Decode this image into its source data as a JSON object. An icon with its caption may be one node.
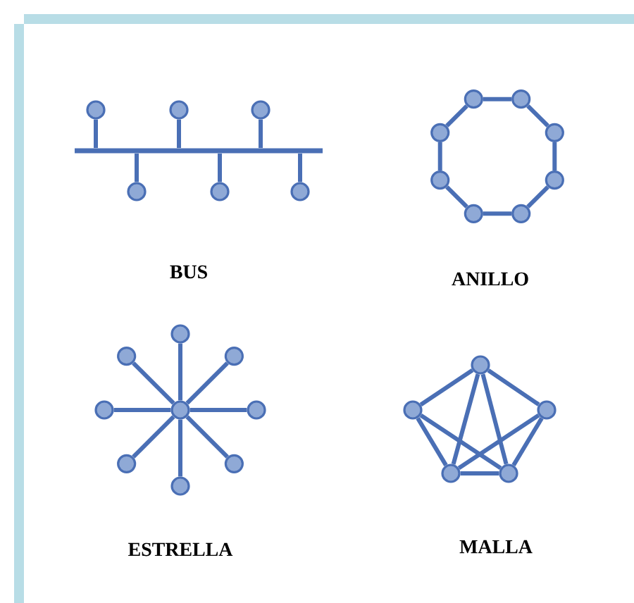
{
  "diagram": {
    "nodes": [
      {
        "text": [],
        "shape": "bar"
      },
      {
        "text": [],
        "shape": "circle"
      },
      {
        "text": [],
        "shape": "circle"
      },
      {
        "text": [],
        "shape": "circle"
      },
      {
        "text": [],
        "shape": "circle"
      },
      {
        "text": [],
        "shape": "circle"
      },
      {
        "text": [],
        "shape": "circle"
      },
      {
        "text": [],
        "shape": "circle"
      },
      {
        "text": [],
        "shape": "circle"
      },
      {
        "text": [],
        "shape": "circle"
      },
      {
        "text": [],
        "shape": "circle"
      },
      {
        "text": [],
        "shape": "circle"
      },
      {
        "text": [],
        "shape": "circle"
      },
      {
        "text": [],
        "shape": "circle"
      },
      {
        "text": [],
        "shape": "circle"
      },
      {
        "text": [],
        "shape": "circle"
      },
      {
        "text": [],
        "shape": "circle"
      },
      {
        "text": [],
        "shape": "circle"
      },
      {
        "text": [],
        "shape": "circle"
      },
      {
        "text": [],
        "shape": "circle"
      },
      {
        "text": [],
        "shape": "circle"
      },
      {
        "text": [],
        "shape": "circle"
      },
      {
        "text": [],
        "shape": "circle"
      },
      {
        "text": [],
        "shape": "circle"
      },
      {
        "text": [],
        "shape": "circle"
      },
      {
        "text": [],
        "shape": "circle"
      },
      {
        "text": [],
        "shape": "circle"
      },
      {
        "text": [],
        "shape": "circle"
      },
      {
        "text": [],
        "shape": "circle"
      }
    ],
    "edges": [
      {
        "from": 1,
        "to": 0,
        "arrow": "none"
      },
      {
        "from": 2,
        "to": 0,
        "arrow": "none"
      },
      {
        "from": 3,
        "to": 0,
        "arrow": "none"
      },
      {
        "from": 4,
        "to": 0,
        "arrow": "none"
      },
      {
        "from": 5,
        "to": 0,
        "arrow": "none"
      },
      {
        "from": 6,
        "to": 0,
        "arrow": "none"
      },
      {
        "from": 7,
        "to": 8,
        "arrow": "none"
      },
      {
        "from": 8,
        "to": 9,
        "arrow": "none"
      },
      {
        "from": 9,
        "to": 10,
        "arrow": "none"
      },
      {
        "from": 10,
        "to": 11,
        "arrow": "none"
      },
      {
        "from": 11,
        "to": 12,
        "arrow": "none"
      },
      {
        "from": 12,
        "to": 13,
        "arrow": "none"
      },
      {
        "from": 13,
        "to": 14,
        "arrow": "none"
      },
      {
        "from": 14,
        "to": 7,
        "arrow": "none"
      },
      {
        "from": 15,
        "to": 16,
        "arrow": "none"
      },
      {
        "from": 15,
        "to": 17,
        "arrow": "none"
      },
      {
        "from": 15,
        "to": 18,
        "arrow": "none"
      },
      {
        "from": 15,
        "to": 19,
        "arrow": "none"
      },
      {
        "from": 15,
        "to": 20,
        "arrow": "none"
      },
      {
        "from": 15,
        "to": 21,
        "arrow": "none"
      },
      {
        "from": 15,
        "to": 22,
        "arrow": "none"
      },
      {
        "from": 15,
        "to": 23,
        "arrow": "none"
      },
      {
        "from": 24,
        "to": 25,
        "arrow": "none"
      },
      {
        "from": 24,
        "to": 26,
        "arrow": "none"
      },
      {
        "from": 24,
        "to": 27,
        "arrow": "none"
      },
      {
        "from": 24,
        "to": 28,
        "arrow": "none"
      },
      {
        "from": 25,
        "to": 27,
        "arrow": "none"
      },
      {
        "from": 25,
        "to": 28,
        "arrow": "none"
      },
      {
        "from": 26,
        "to": 27,
        "arrow": "none"
      },
      {
        "from": 26,
        "to": 28,
        "arrow": "none"
      },
      {
        "from": 27,
        "to": 28,
        "arrow": "none"
      }
    ],
    "labels": [
      "BUS",
      "ANILLO",
      "ESTRELLA",
      "MALLA"
    ]
  }
}
